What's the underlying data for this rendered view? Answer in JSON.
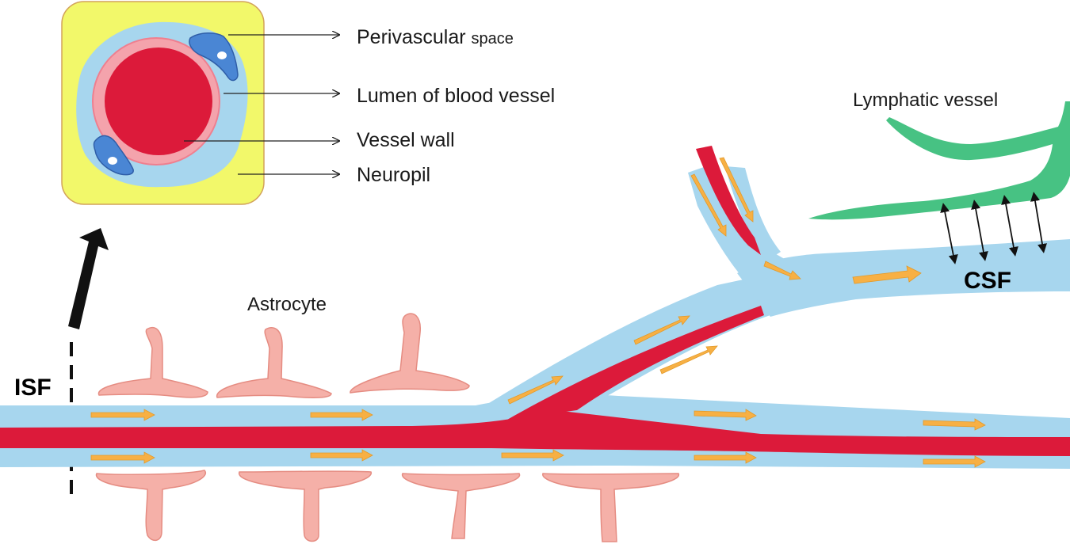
{
  "inset": {
    "labels": [
      {
        "main": "Perivascular ",
        "suffix": "space"
      },
      {
        "main": "Lumen of blood vessel",
        "suffix": ""
      },
      {
        "main": "Vessel wall",
        "suffix": ""
      },
      {
        "main": "Neuropil",
        "suffix": ""
      }
    ]
  },
  "labels": {
    "astrocyte": "Astrocyte",
    "lymphatic": "Lymphatic vessel",
    "csf": "CSF",
    "isf": "ISF"
  },
  "colors": {
    "neuropil": "#f2f86a",
    "neuropil_border": "#d2a25a",
    "perivascular": "#a7d6ee",
    "vessel_wall": "#f4a3ac",
    "lumen": "#dc1a3a",
    "astrocyte": "#f5b0a8",
    "endfoot": "#4a86d4",
    "lymphatic": "#47c283",
    "flow_arrow": "#f7b044"
  }
}
